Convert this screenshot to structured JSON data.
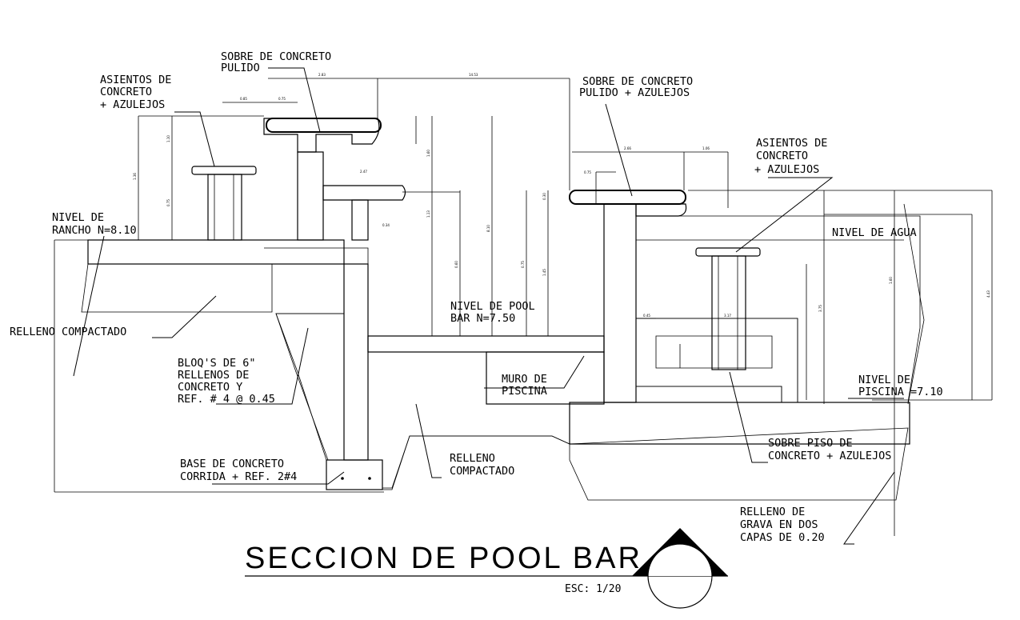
{
  "title": "SECCION DE POOL BAR",
  "scale": "ESC: 1/20",
  "labels": {
    "sobre_pulido_l1": "SOBRE DE CONCRETO",
    "sobre_pulido_l2": "PULIDO",
    "asientos_left_l1": "ASIENTOS DE",
    "asientos_left_l2": "CONCRETO",
    "asientos_left_l3": "+ AZULEJOS",
    "sobre_pulido_az_l1": "SOBRE DE CONCRETO",
    "sobre_pulido_az_l2": "PULIDO + AZULEJOS",
    "asientos_right_l1": "ASIENTOS DE",
    "asientos_right_l2": "CONCRETO",
    "asientos_right_l3": "+ AZULEJOS",
    "nivel_rancho_l1": "NIVEL DE",
    "nivel_rancho_l2": "RANCHO N=8.10",
    "nivel_agua": "NIVEL DE AGUA",
    "nivel_pool_bar_l1": "NIVEL DE POOL",
    "nivel_pool_bar_l2": "BAR N=7.50",
    "relleno_compactado_left": "RELLENO COMPACTADO",
    "bloqs_l1": "BLOQ'S DE 6\"",
    "bloqs_l2": "RELLENOS DE",
    "bloqs_l3": "CONCRETO Y",
    "bloqs_l4": "REF. # 4 @ 0.45",
    "muro_l1": "MURO DE",
    "muro_l2": "PISCINA",
    "nivel_piscina_l1": "NIVEL DE",
    "nivel_piscina_l2": "PISCINA =7.10",
    "relleno_center_l1": "RELLENO",
    "relleno_center_l2": "COMPACTADO",
    "sobre_piso_l1": "SOBRE PISO DE",
    "sobre_piso_l2": "CONCRETO + AZULEJOS",
    "base_l1": "BASE DE CONCRETO",
    "base_l2": "CORRIDA + REF. 2#4",
    "relleno_grava_l1": "RELLENO DE",
    "relleno_grava_l2": "GRAVA EN DOS",
    "relleno_grava_l3": "CAPAS DE 0.20"
  },
  "dimensions": {
    "d_top_left": "0.85",
    "d_top_mid": "0.75",
    "d_top_span_a": "2.83",
    "d_top_span_b": "14.53",
    "d_bar_width": "2.47",
    "d_ledge": "0.34",
    "d_right_top_a": "2.66",
    "d_right_top_b": "1.06",
    "d_right_small": "0.75",
    "d_seat_a": "0.45",
    "d_seat_b": "3.17",
    "d_v1": "1.10",
    "d_v2": "1.36",
    "d_v3": "0.75",
    "d_v4": "1.60",
    "d_v5": "8.10",
    "d_v6": "1.13",
    "d_v7": "0.60",
    "d_v8": "0.30",
    "d_v9": "1.45",
    "d_v10": "0.75",
    "d_v11": "3.75",
    "d_v12": "1.60",
    "d_v13": "4.43"
  }
}
